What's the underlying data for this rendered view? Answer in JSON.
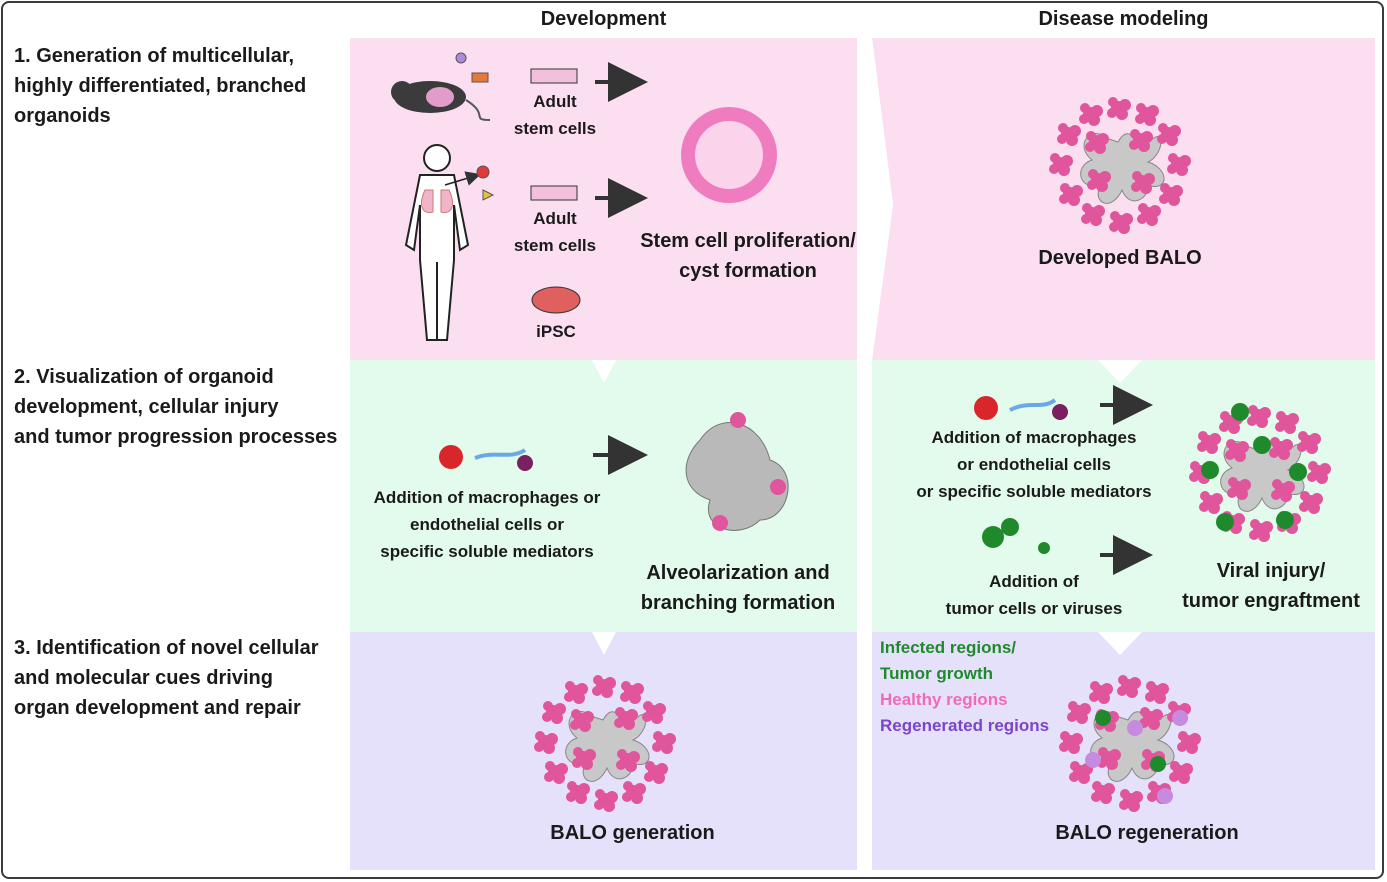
{
  "columns": {
    "development": "Development",
    "disease": "Disease modeling"
  },
  "rows": [
    {
      "label_lines": [
        "1. Generation of multicellular,",
        "highly differentiated, branched",
        "organoids"
      ]
    },
    {
      "label_lines": [
        "2. Visualization of organoid",
        "development, cellular injury",
        "and tumor progression processes"
      ]
    },
    {
      "label_lines": [
        "3. Identification of novel cellular",
        "and molecular cues driving",
        "organ development and repair"
      ]
    }
  ],
  "row1": {
    "adult_stem_1": [
      "Adult",
      "stem cells"
    ],
    "adult_stem_2": [
      "Adult",
      "stem cells"
    ],
    "ipsc": "iPSC",
    "prolif": [
      "Stem cell proliferation/",
      "cyst formation"
    ],
    "developed": "Developed BALO"
  },
  "row2": {
    "dev_addition": [
      "Addition of macrophages or",
      "endothelial cells or",
      "specific soluble mediators"
    ],
    "alveolar": [
      "Alveolarization and",
      "branching formation"
    ],
    "dis_addition": [
      "Addition of macrophages",
      "or endothelial cells",
      "or specific soluble mediators"
    ],
    "tumor_addition": [
      "Addition of",
      "tumor cells or viruses"
    ],
    "viral": [
      "Viral injury/",
      "tumor engraftment"
    ]
  },
  "row3": {
    "balo_gen": "BALO generation",
    "balo_regen": "BALO regeneration",
    "legend": {
      "infected": "Infected regions/",
      "tumor": "Tumor growth",
      "healthy": "Healthy regions",
      "regenerated": "Regenerated regions"
    }
  },
  "colors": {
    "row1_bg": "#fbdff1",
    "row2_bg": "#e3fbec",
    "row3_bg": "#e6e1fb",
    "pink": "#e0559b",
    "green": "#1f8a2c",
    "purple": "#7a45c8",
    "healthy_text": "#f06ab8"
  }
}
